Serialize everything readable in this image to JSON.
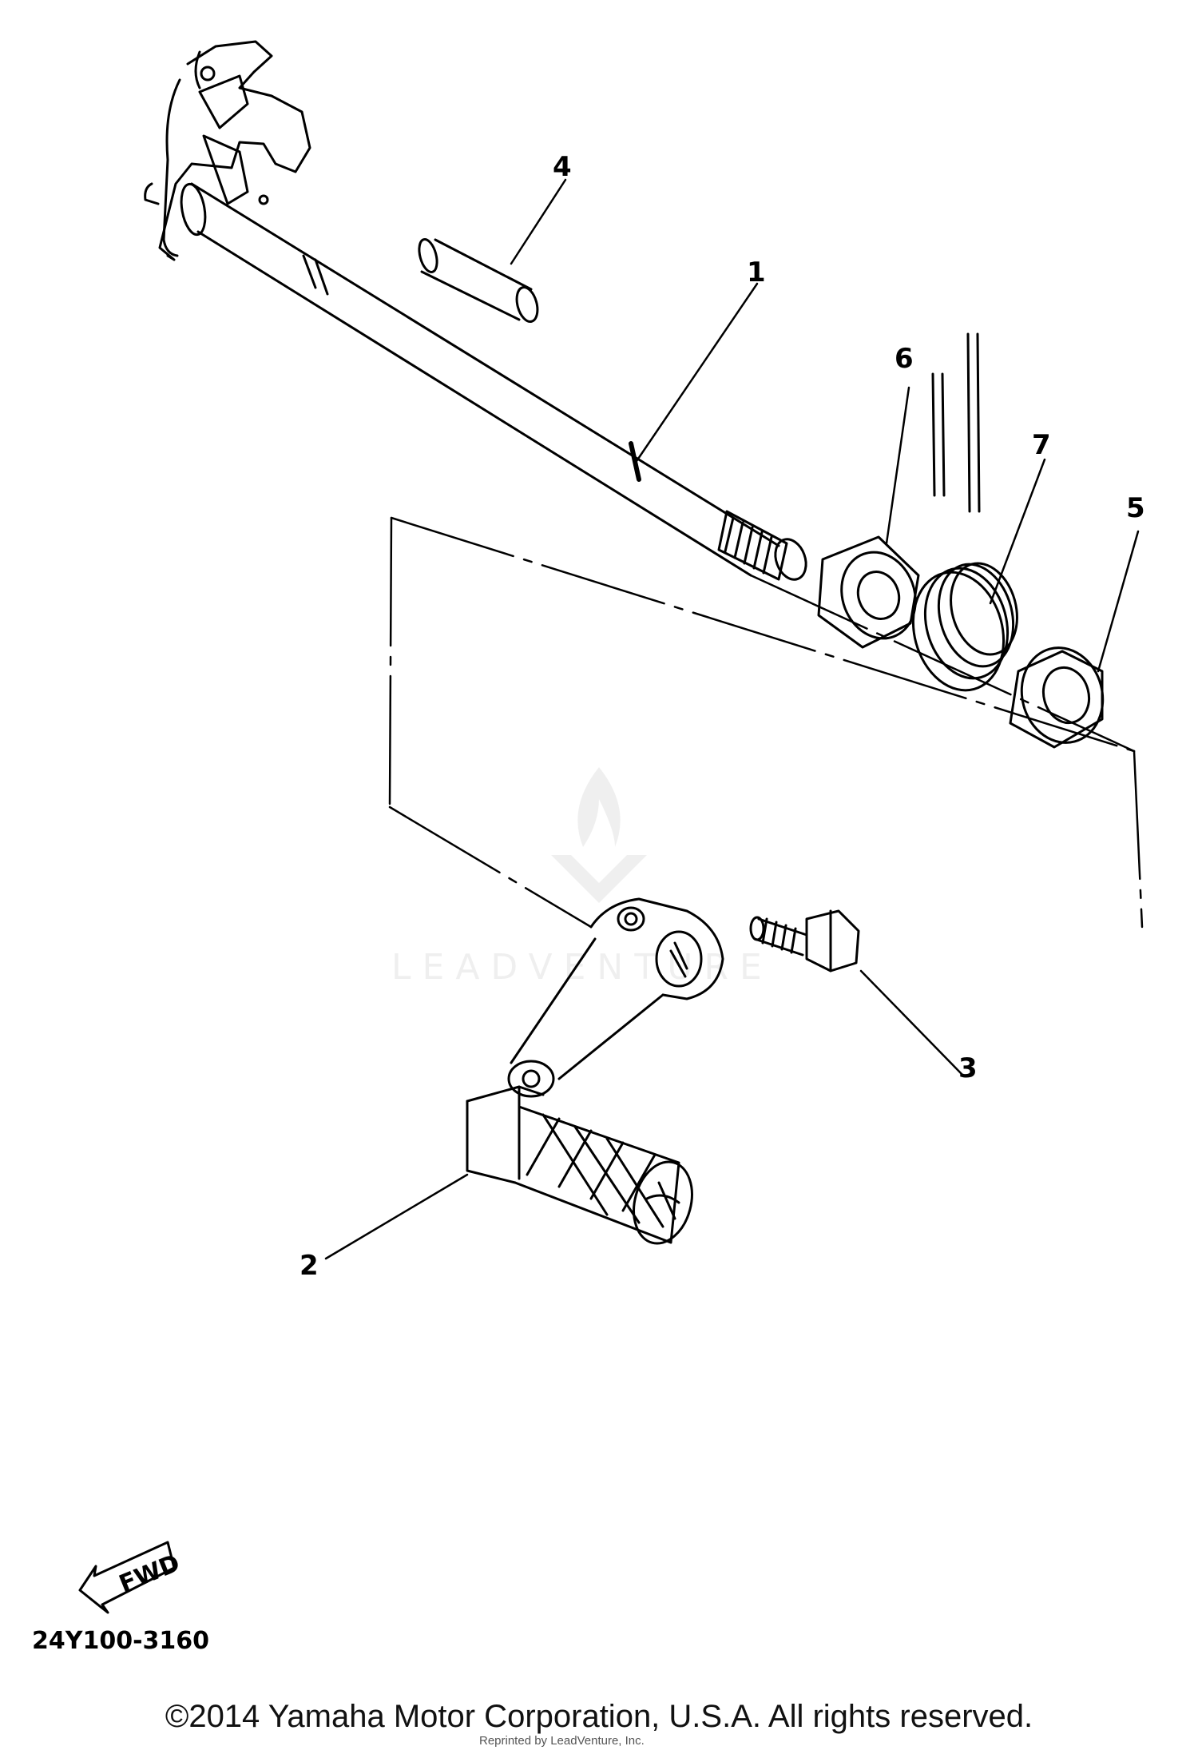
{
  "diagram": {
    "callouts": [
      {
        "id": "1",
        "label": "1"
      },
      {
        "id": "2",
        "label": "2"
      },
      {
        "id": "3",
        "label": "3"
      },
      {
        "id": "4",
        "label": "4"
      },
      {
        "id": "5",
        "label": "5"
      },
      {
        "id": "6",
        "label": "6"
      },
      {
        "id": "7",
        "label": "7"
      }
    ],
    "fwd_label": "FWD",
    "part_code": "24Y100-3160"
  },
  "watermark": {
    "text": "LEADVENTURE"
  },
  "footer": {
    "copyright": "©2014 Yamaha Motor Corporation, U.S.A. All rights reserved.",
    "reprint": "Reprinted by LeadVenture, Inc."
  }
}
